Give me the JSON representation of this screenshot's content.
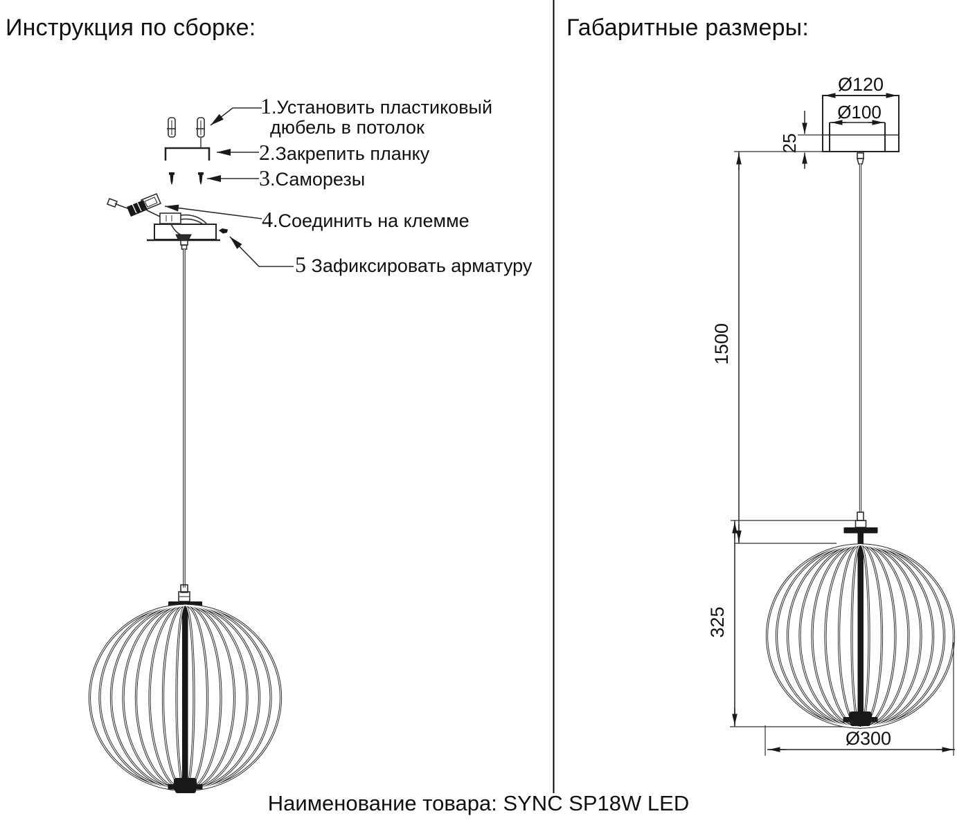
{
  "titles": {
    "assembly": "Инструкция по сборке:",
    "dimensions": "Габаритные размеры:"
  },
  "assembly_steps": [
    {
      "num": "1",
      "sep": ".",
      "text": "Установить пластиковый",
      "text2": "дюбель в потолок"
    },
    {
      "num": "2",
      "sep": ".",
      "text": "Закрепить планку"
    },
    {
      "num": "3",
      "sep": ".",
      "text": "Саморезы"
    },
    {
      "num": "4",
      "sep": ".",
      "text": "Соединить на клемме"
    },
    {
      "num": "5",
      "sep": " ",
      "text": "Зафиксировать арматуру"
    }
  ],
  "dimension_labels": {
    "canopy_outer_diameter": "Ø120",
    "canopy_inner_diameter": "Ø100",
    "canopy_height": "25",
    "suspension_length": "1500",
    "body_height": "325",
    "sphere_diameter": "Ø300"
  },
  "footer": {
    "product_label": "Наименование товара: SYNC SP18W LED"
  },
  "colors": {
    "line": "#1c1c1c",
    "background": "#ffffff"
  }
}
